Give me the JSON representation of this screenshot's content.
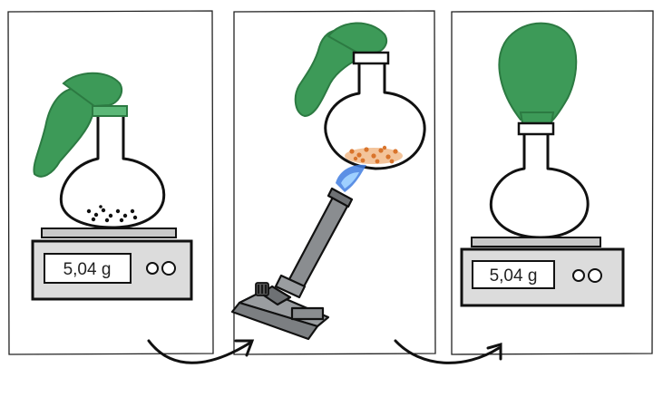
{
  "panels": [
    {
      "scale_reading": "5,04 g",
      "balloon_state": "deflated"
    },
    {
      "heat_source": "burner",
      "balloon_state": "deflated",
      "contents_heated": true
    },
    {
      "scale_reading": "5,04 g",
      "balloon_state": "inflated"
    }
  ],
  "colors": {
    "balloon": "#3d9a58",
    "balloon_outline": "#2c7a42",
    "flame": "#3f7de0",
    "heated_grains": "#d9742c",
    "burner_metal": "#8a8d90",
    "scale_body": "#dcdcdc",
    "outline": "#111111"
  }
}
